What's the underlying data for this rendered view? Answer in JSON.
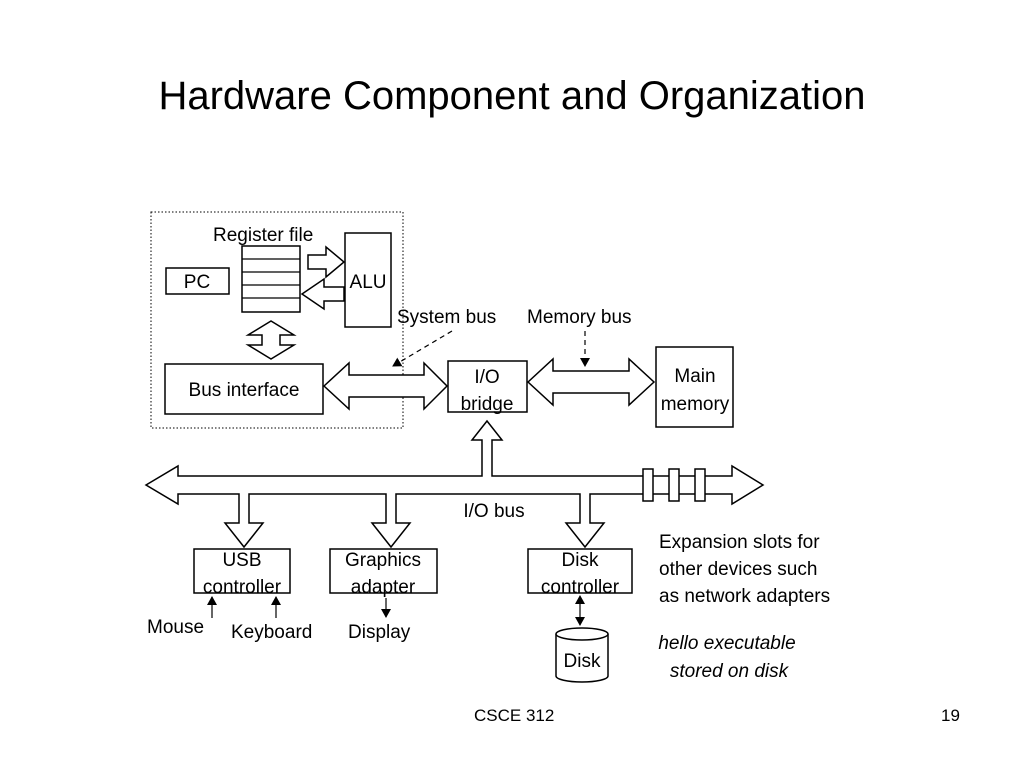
{
  "slide": {
    "title": "Hardware Component and Organization",
    "footer_course": "CSCE 312",
    "page_number": "19"
  },
  "diagram": {
    "register_file": "Register file",
    "pc": "PC",
    "alu": "ALU",
    "bus_interface": "Bus interface",
    "system_bus": "System bus",
    "memory_bus": "Memory bus",
    "io_bridge_line1": "I/O",
    "io_bridge_line2": "bridge",
    "main_memory_line1": "Main",
    "main_memory_line2": "memory",
    "io_bus": "I/O bus",
    "usb_line1": "USB",
    "usb_line2": "controller",
    "graphics_line1": "Graphics",
    "graphics_line2": "adapter",
    "disk_ctrl_line1": "Disk",
    "disk_ctrl_line2": "controller",
    "disk": "Disk",
    "mouse": "Mouse",
    "keyboard": "Keyboard",
    "display": "Display",
    "expansion_line1": "Expansion slots for",
    "expansion_line2": "other devices such",
    "expansion_line3": "as network adapters",
    "hello_line1": "hello executable",
    "hello_line2": "stored on disk"
  }
}
